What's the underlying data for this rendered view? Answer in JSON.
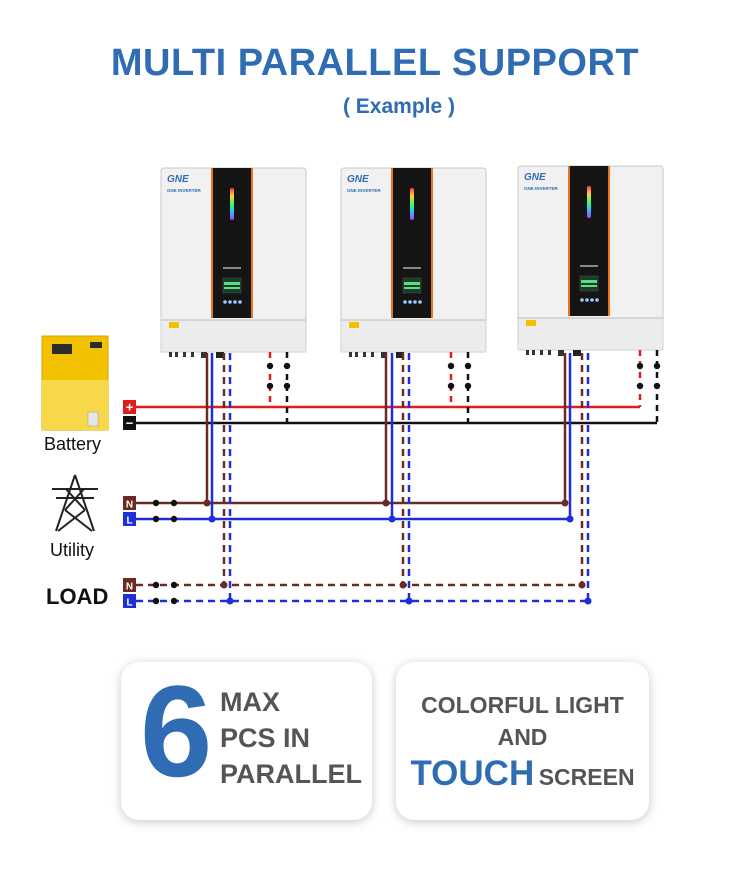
{
  "title": "MULTI PARALLEL SUPPORT",
  "subtitle": "( Example )",
  "inverter": {
    "brand": "GNE",
    "sub_brand": "GNE INVERTER"
  },
  "labels": {
    "battery": "Battery",
    "utility": "Utility",
    "load": "LOAD"
  },
  "terminals": {
    "plus": "+",
    "minus": "−",
    "n": "N",
    "l": "L"
  },
  "colors": {
    "accent_blue": "#2f6cb3",
    "wire_red": "#e01d1d",
    "wire_black": "#111111",
    "wire_neutral": "#6b2a22",
    "wire_live": "#1f2fd6",
    "battery_yellow": "#f2c200",
    "inverter_orange": "#e8741b"
  },
  "cards": {
    "max_number": "6",
    "max_line1": "MAX",
    "max_line2": "PCS IN",
    "max_line3": "PARALLEL",
    "feature_line1": "COLORFUL LIGHT",
    "feature_line2": "AND",
    "feature_touch": "TOUCH",
    "feature_screen": "SCREEN"
  }
}
